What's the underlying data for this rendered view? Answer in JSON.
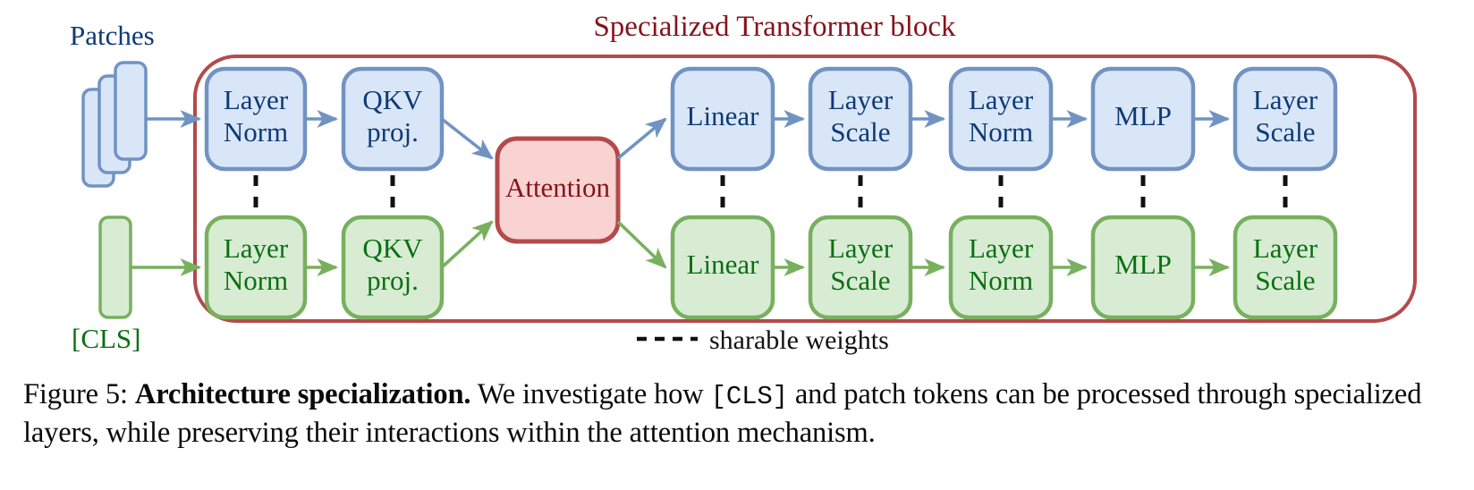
{
  "figure": {
    "block_title": "Specialized Transformer block",
    "legend_text": "sharable weights",
    "input_labels": {
      "patches": "Patches",
      "cls": "[CLS]"
    },
    "colors": {
      "blue_fill": "#d9e6f8",
      "blue_stroke": "#7193c3",
      "blue_text": "#0d3a76",
      "green_fill": "#d8ecd4",
      "green_stroke": "#78b05e",
      "green_text": "#0a7012",
      "red_fill": "#f9d2d2",
      "red_stroke": "#b34a4c",
      "red_text": "#86131a",
      "container_stroke": "#b34a4c",
      "dash_color": "#111111"
    },
    "patch_row": {
      "name": "patch-stream",
      "stages": [
        {
          "id": "ln1",
          "line1": "Layer",
          "line2": "Norm"
        },
        {
          "id": "qkv",
          "line1": "QKV",
          "line2": "proj."
        },
        {
          "id": "linear",
          "line1": "Linear",
          "line2": ""
        },
        {
          "id": "ls1",
          "line1": "Layer",
          "line2": "Scale"
        },
        {
          "id": "ln2",
          "line1": "Layer",
          "line2": "Norm"
        },
        {
          "id": "mlp",
          "line1": "MLP",
          "line2": ""
        },
        {
          "id": "ls2",
          "line1": "Layer",
          "line2": "Scale"
        }
      ]
    },
    "cls_row": {
      "name": "cls-stream",
      "stages": [
        {
          "id": "ln1",
          "line1": "Layer",
          "line2": "Norm"
        },
        {
          "id": "qkv",
          "line1": "QKV",
          "line2": "proj."
        },
        {
          "id": "linear",
          "line1": "Linear",
          "line2": ""
        },
        {
          "id": "ls1",
          "line1": "Layer",
          "line2": "Scale"
        },
        {
          "id": "ln2",
          "line1": "Layer",
          "line2": "Norm"
        },
        {
          "id": "mlp",
          "line1": "MLP",
          "line2": ""
        },
        {
          "id": "ls2",
          "line1": "Layer",
          "line2": "Scale"
        }
      ]
    },
    "attention": {
      "label": "Attention"
    },
    "sharable_pairs": [
      "ln1",
      "qkv",
      "linear",
      "ls1",
      "ln2",
      "mlp",
      "ls2"
    ]
  },
  "caption": {
    "figure_number": "Figure 5:",
    "bold_title": "Architecture specialization.",
    "body_part1": "We investigate how ",
    "token": "[CLS]",
    "body_part2": " and patch tokens can be processed through specialized layers, while preserving their interactions within the attention mechanism."
  }
}
